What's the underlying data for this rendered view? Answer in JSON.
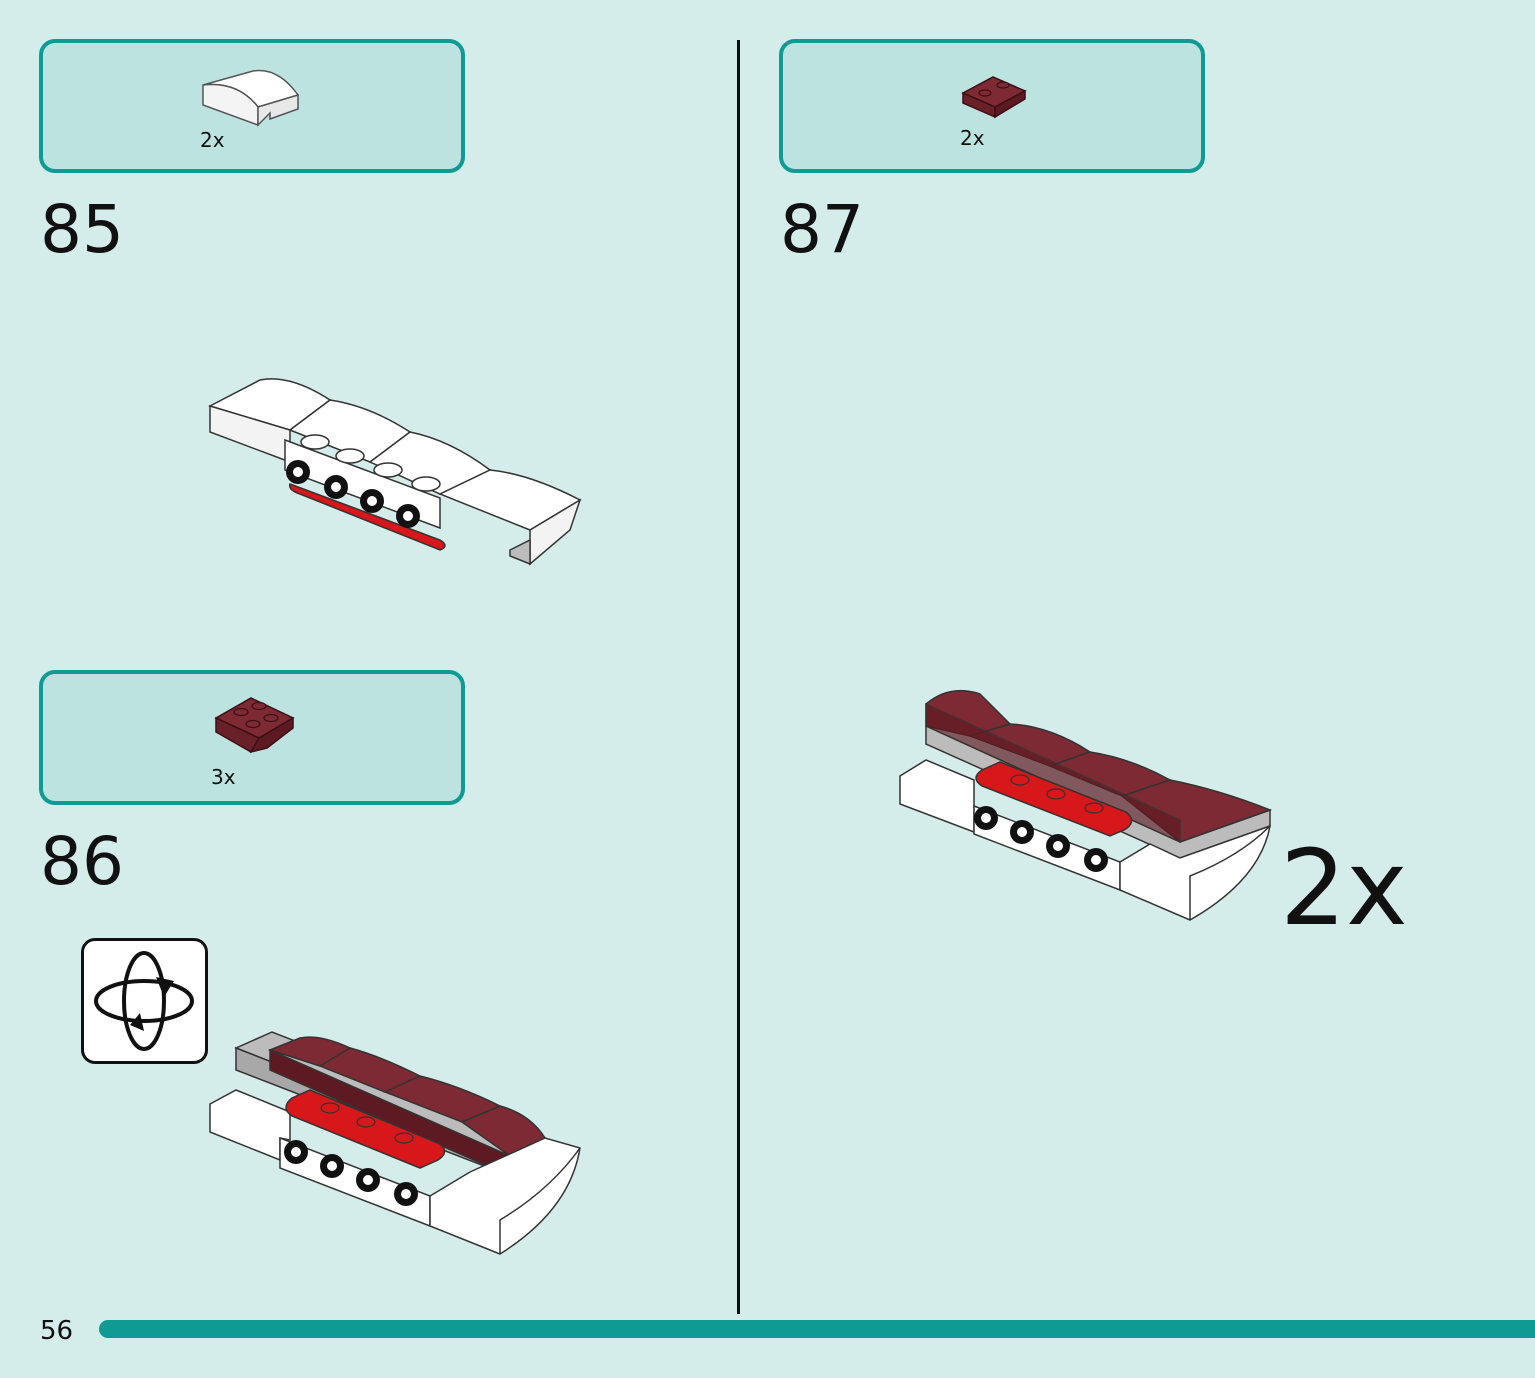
{
  "page_number": "56",
  "colors": {
    "background": "#d4ecea",
    "accent": "#0f9a94",
    "dark_red": "#7d2a34",
    "bright_red": "#d8171b",
    "white": "#ffffff",
    "grey": "#bcbcbc"
  },
  "steps": [
    {
      "number": "85",
      "part_qty": "2x",
      "part_icon": "white-curved-slope-icon"
    },
    {
      "number": "86",
      "part_qty": "3x",
      "part_icon": "dark-red-inverted-plate-icon",
      "extra_icon": "rotate-model-icon"
    },
    {
      "number": "87",
      "part_qty": "2x",
      "part_icon": "dark-red-inverted-plate-icon",
      "multiplier": "2x"
    }
  ]
}
